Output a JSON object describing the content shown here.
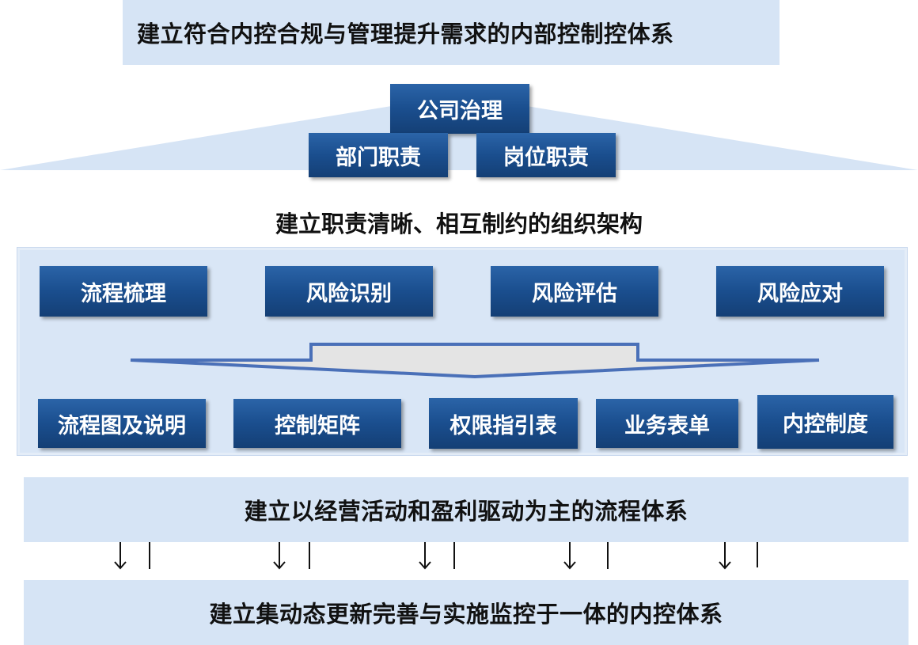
{
  "top_banner": "建立符合内控合规与管理提升需求的内部控制控体系",
  "org": {
    "top": "公司治理",
    "left": "部门职责",
    "right": "岗位职责",
    "caption": "建立职责清晰、相互制约的组织架构"
  },
  "process_steps": [
    "流程梳理",
    "风险识别",
    "风险评估",
    "风险应对"
  ],
  "outputs": [
    "流程图及说明",
    "控制矩阵",
    "权限指引表",
    "业务表单",
    "内控制度"
  ],
  "process_banner": "建立以经营活动和盈利驱动为主的流程体系",
  "bottom_banner": "建立集动态更新完善与实施监控于一体的内控体系",
  "colors": {
    "band": "#d6e4f5",
    "box": "#1a4e8e",
    "arrow_outline": "#4a70b8",
    "arrow_fill": "#e4e4e4"
  }
}
